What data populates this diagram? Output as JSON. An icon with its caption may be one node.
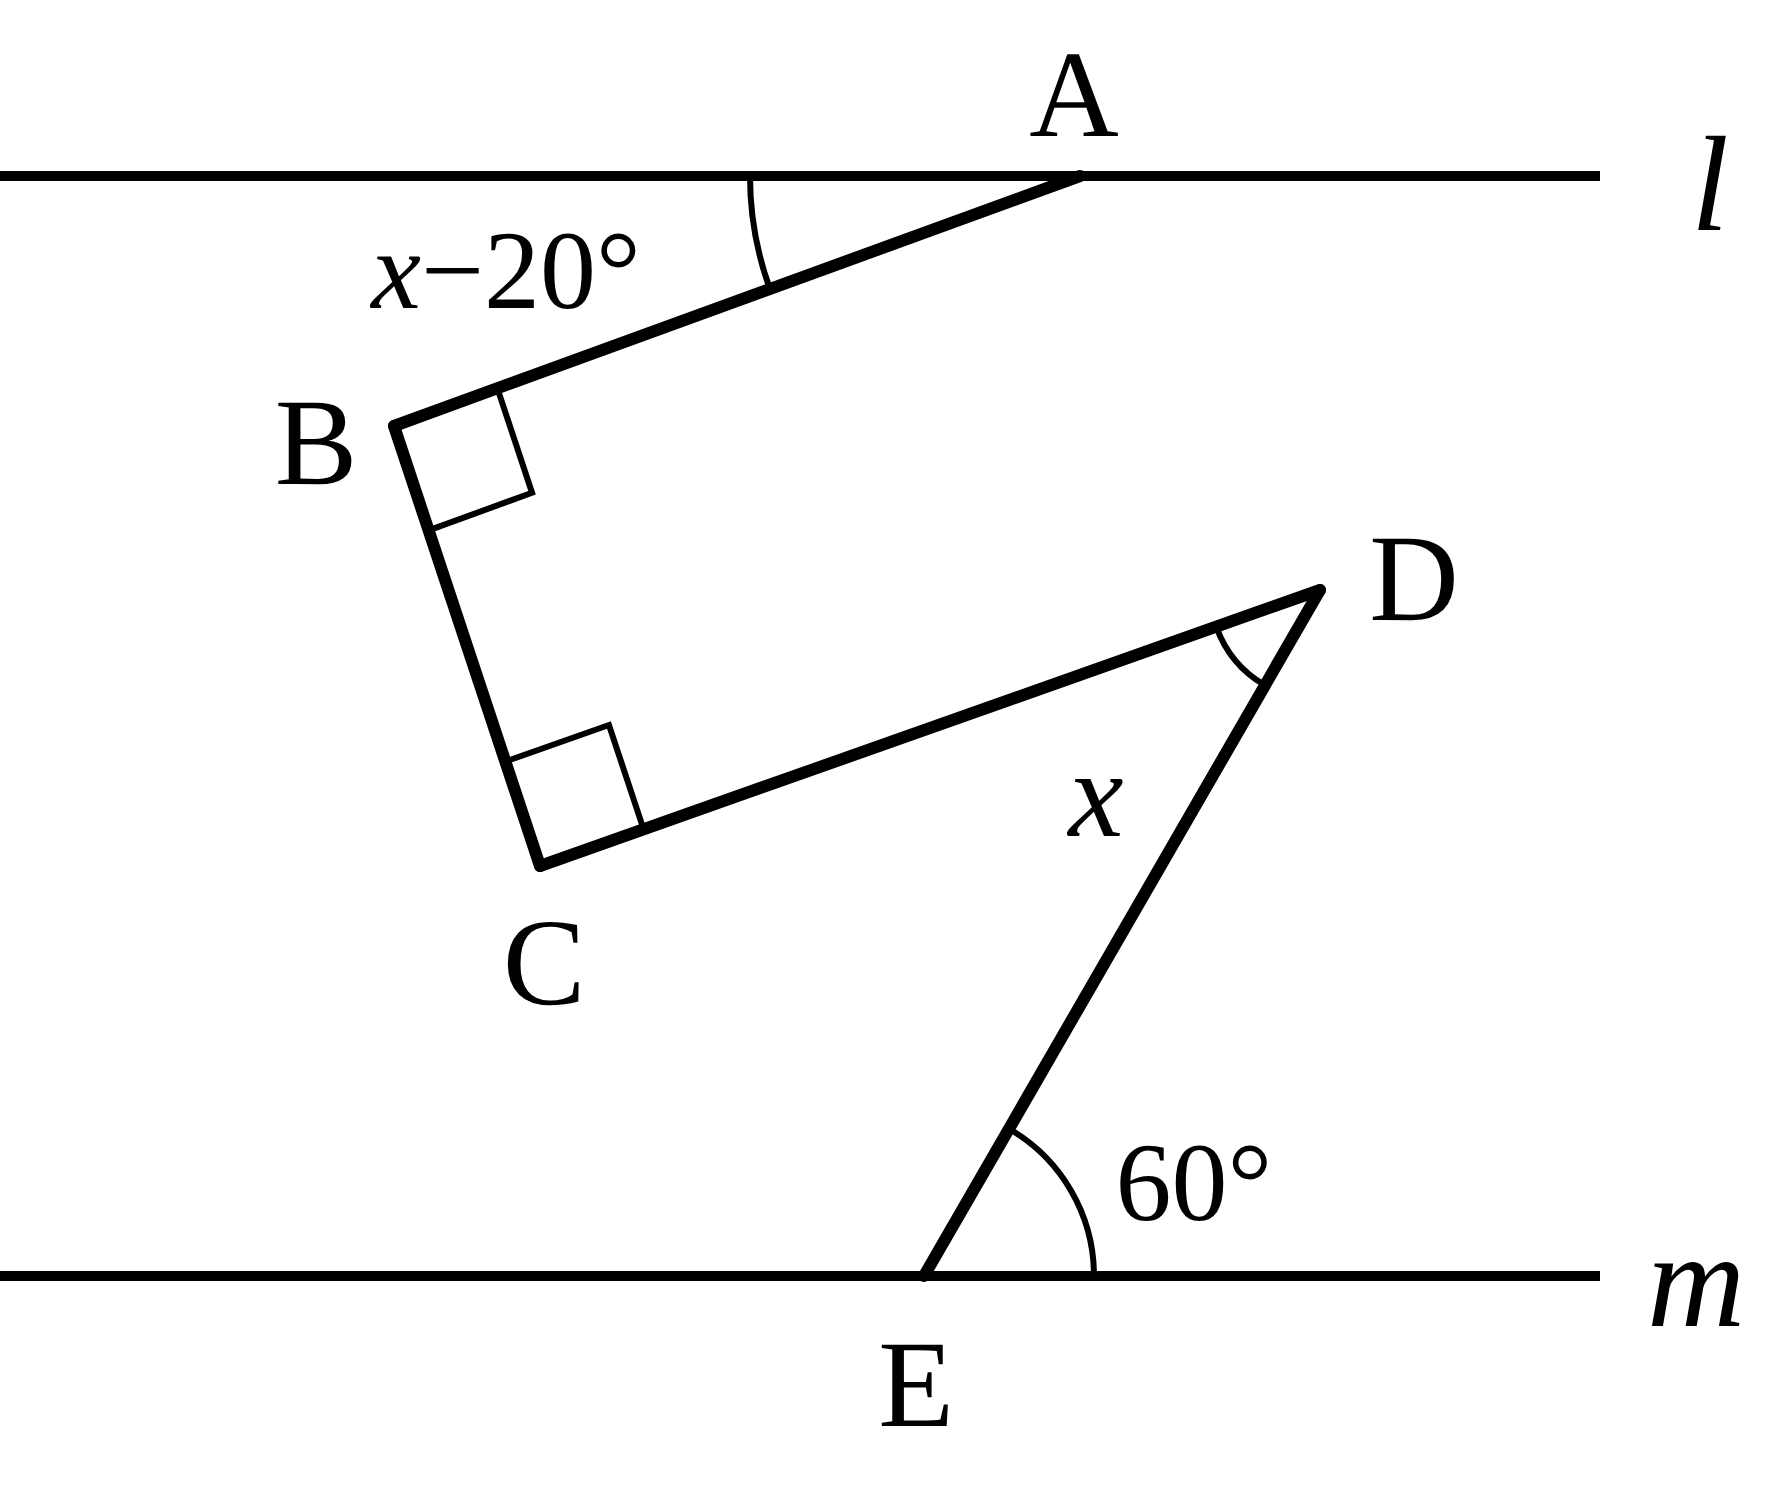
{
  "diagram": {
    "nodes": [
      {
        "text": [
          "A"
        ]
      },
      {
        "text": [
          "B"
        ]
      },
      {
        "text": [
          "C"
        ]
      },
      {
        "text": [
          "D"
        ]
      },
      {
        "text": [
          "E"
        ]
      }
    ],
    "edges": [
      {
        "from": 0,
        "to": 1,
        "arrow": "none"
      },
      {
        "from": 1,
        "to": 2,
        "arrow": "none"
      },
      {
        "from": 2,
        "to": 3,
        "arrow": "none"
      },
      {
        "from": 3,
        "to": 4,
        "arrow": "none"
      }
    ],
    "labels": [
      "l",
      "m",
      "*x*−20°",
      "x",
      "60°"
    ]
  }
}
